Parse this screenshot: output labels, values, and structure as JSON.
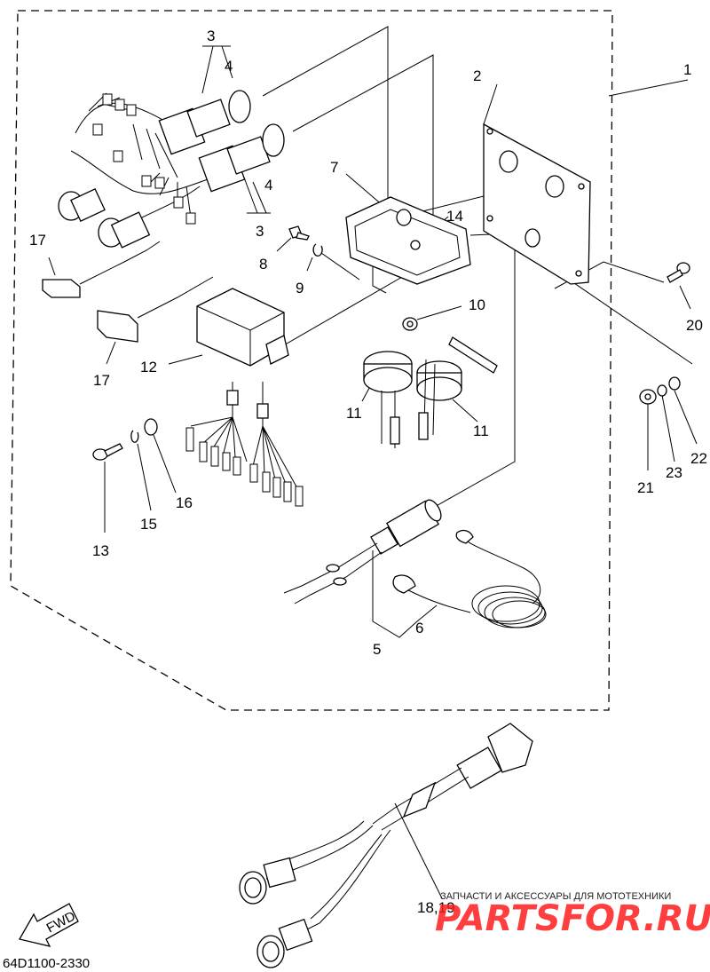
{
  "callouts": {
    "c1": "1",
    "c2": "2",
    "c3a": "3",
    "c3b": "3",
    "c4a": "4",
    "c4b": "4",
    "c5": "5",
    "c6": "6",
    "c7": "7",
    "c8": "8",
    "c9": "9",
    "c10": "10",
    "c11a": "11",
    "c11b": "11",
    "c12": "12",
    "c13": "13",
    "c14": "14",
    "c15": "15",
    "c16": "16",
    "c17a": "17",
    "c17b": "17",
    "c18_19": "18,19",
    "c20": "20",
    "c21": "21",
    "c22": "22",
    "c23": "23"
  },
  "fwd_label": "FWD",
  "diagram_code": "64D1100-2330",
  "watermark": {
    "tagline": "ЗАПЧАСТИ И АКСЕССУАРЫ ДЛЯ МОТОТЕХНИКИ",
    "brand_part1": "PARTS",
    "brand_part2": "FOR.RU"
  }
}
